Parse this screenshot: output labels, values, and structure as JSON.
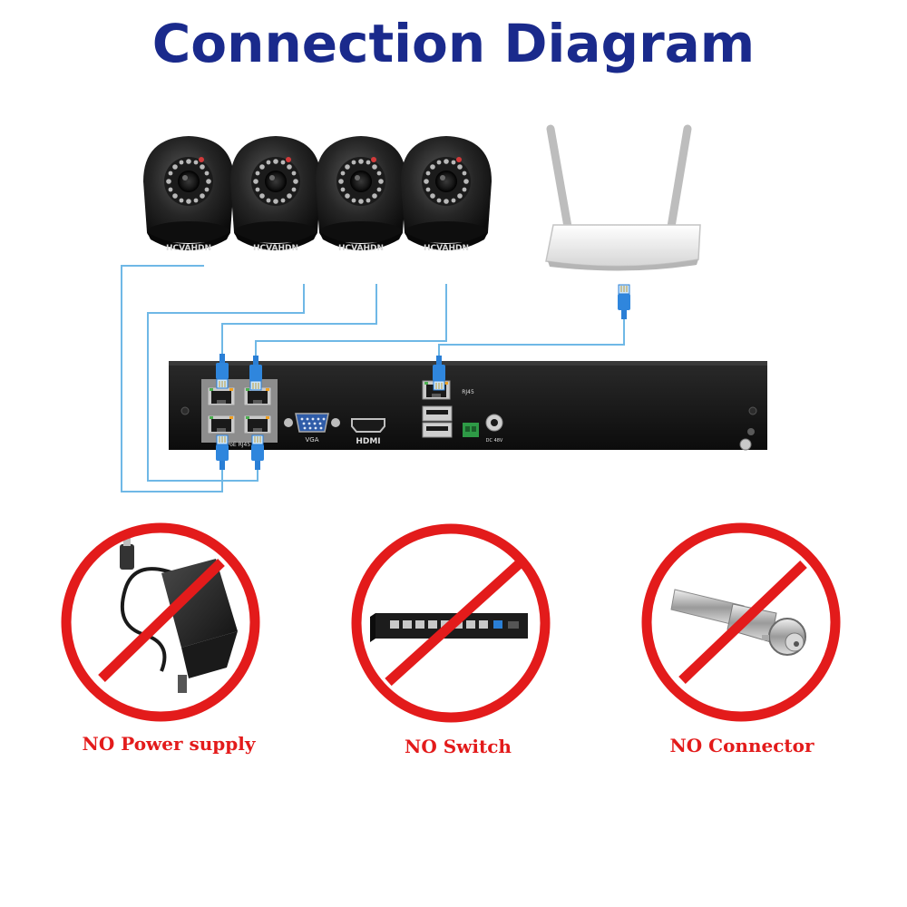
{
  "title": "Connection Diagram",
  "colors": {
    "title": "#1a2a8c",
    "wire": "#6fb8e6",
    "prohibit": "#e31b1b",
    "nvr_body": "#141414",
    "cable": "#2a7fd6"
  },
  "cameras": [
    {
      "brand": "HCVAHDN"
    },
    {
      "brand": "HCVAHDN"
    },
    {
      "brand": "HCVAHDN"
    },
    {
      "brand": "HCVAHDN"
    }
  ],
  "nvr": {
    "port_labels": {
      "poe": "PoE RJ45",
      "vga": "VGA",
      "hdmi": "HDMI",
      "rj45": "RJ45",
      "dc": "DC 48V"
    }
  },
  "not_required": [
    {
      "label": "NO Power supply",
      "icon": "power-adapter-icon"
    },
    {
      "label": "NO Switch",
      "icon": "network-switch-icon"
    },
    {
      "label": "NO Connector",
      "icon": "bnc-connector-icon"
    }
  ]
}
